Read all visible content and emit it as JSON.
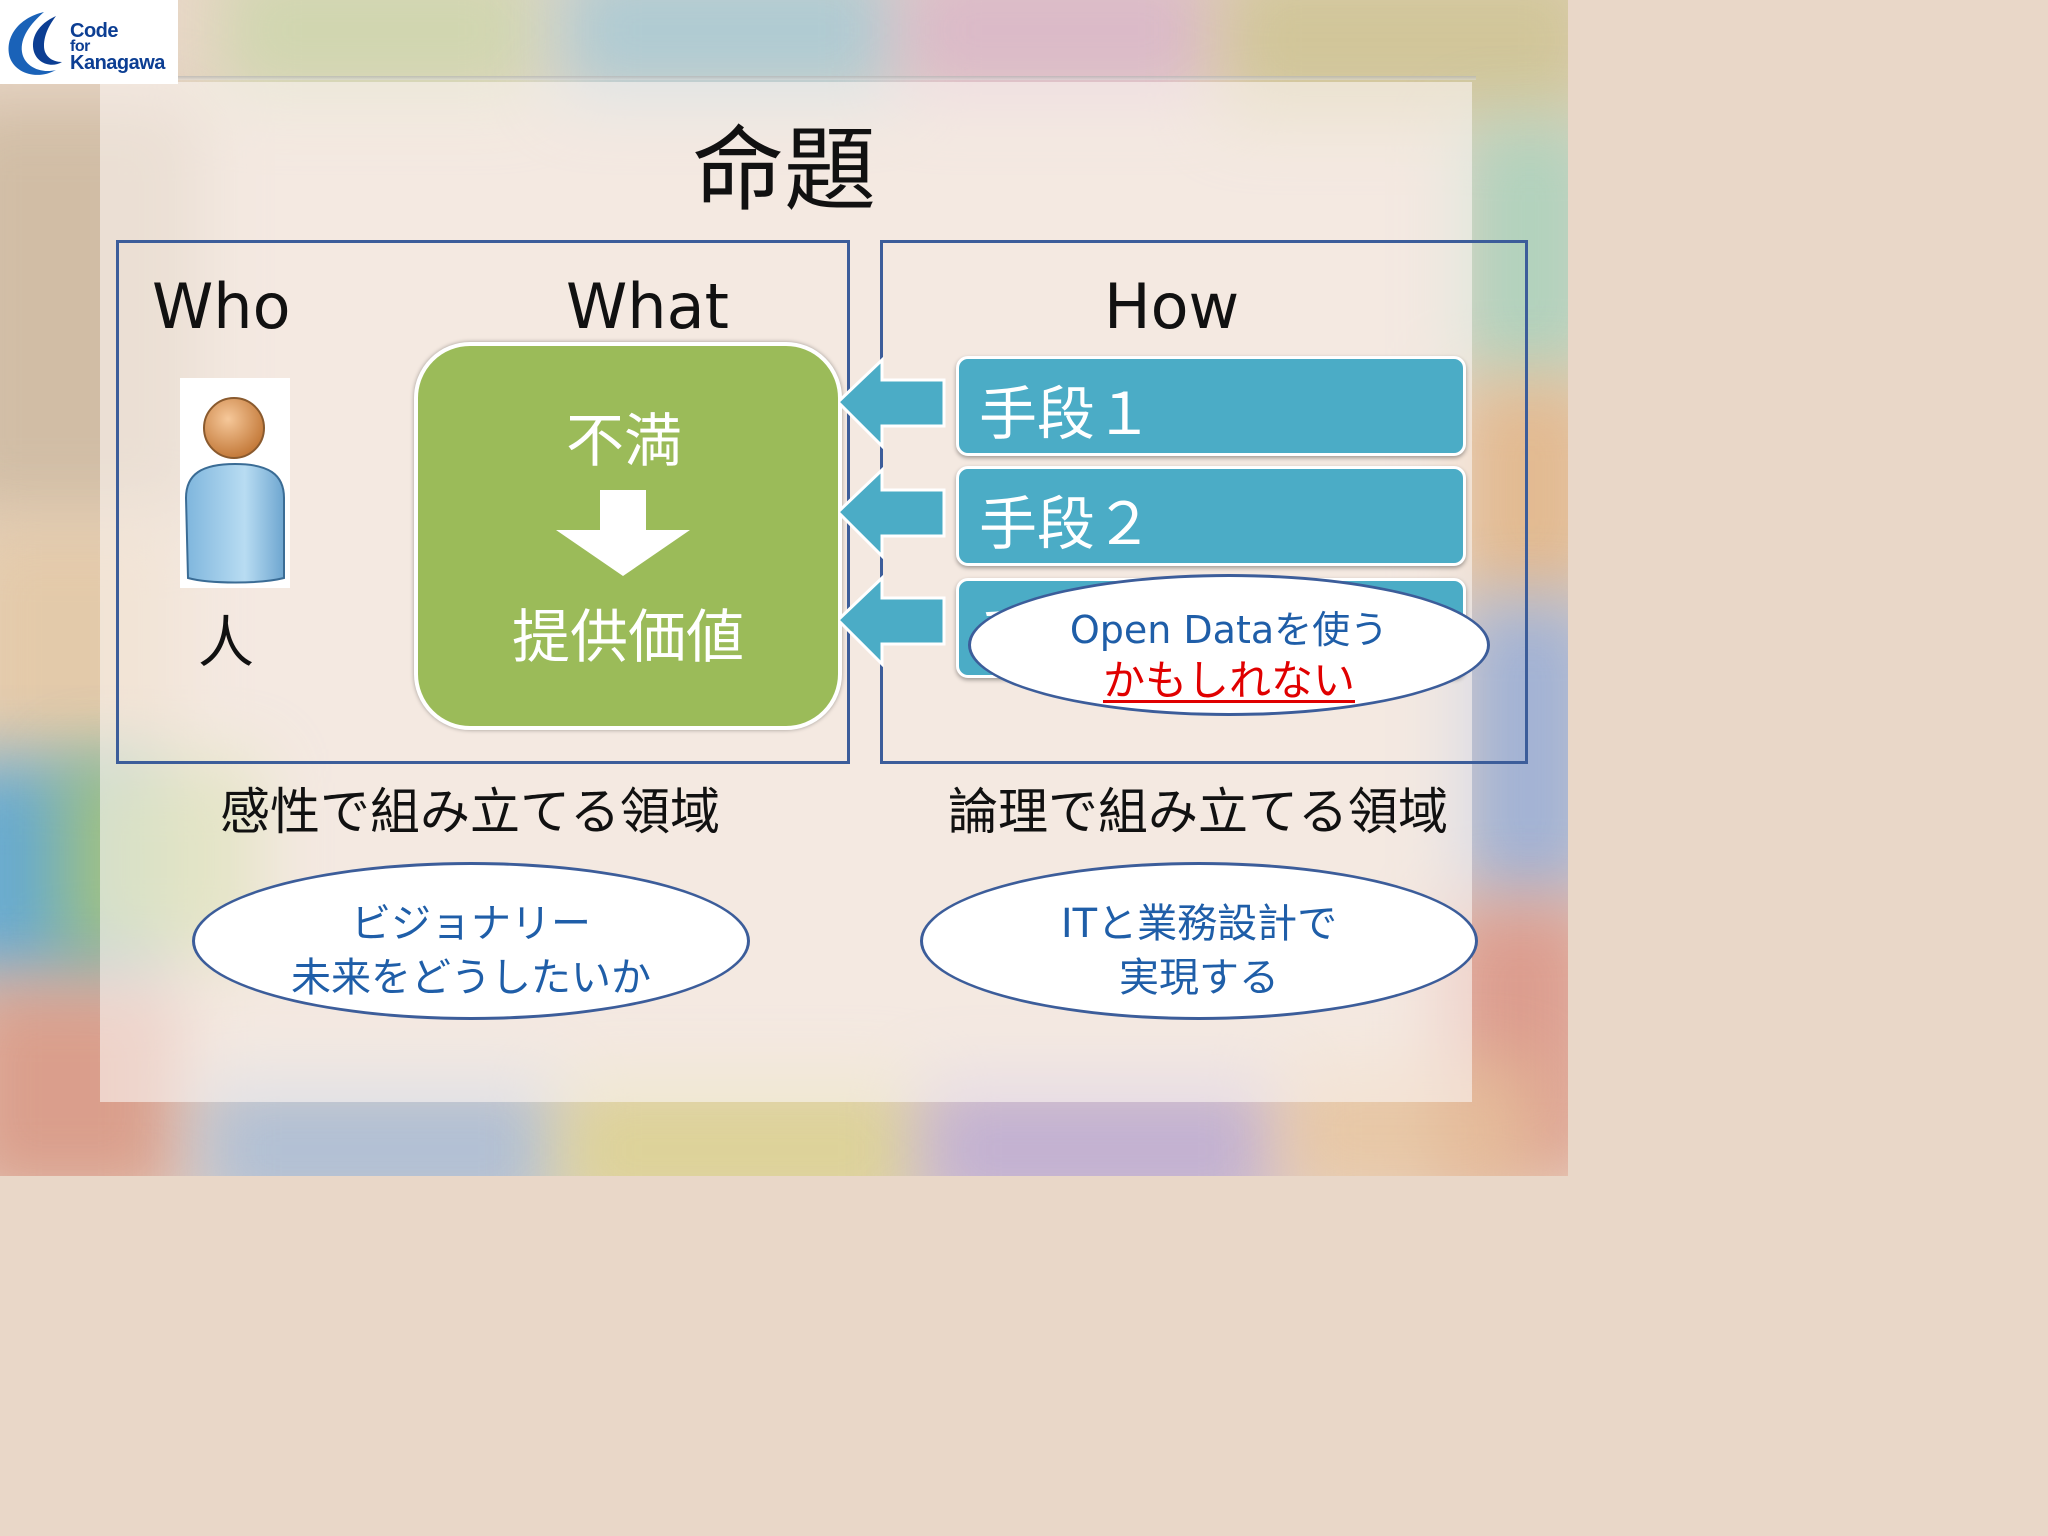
{
  "logo": {
    "line1": "Code",
    "line2": "for",
    "line3": "Kanagawa"
  },
  "title": "命題",
  "left_box": {
    "who": "Who",
    "what": "What",
    "person_label": "人",
    "green_top": "不満",
    "green_bottom": "提供価値"
  },
  "right_box": {
    "how": "How",
    "means": [
      "手段１",
      "手段２",
      "手"
    ],
    "callout_line1": "Open Dataを使う",
    "callout_line2": "かもしれない"
  },
  "left_area_label": "感性で組み立てる領域",
  "right_area_label": "論理で組み立てる領域",
  "left_ellipse": {
    "line1": "ビジョナリー",
    "line2": "未来をどうしたいか"
  },
  "right_ellipse": {
    "line1": "ITと業務設計で",
    "line2": "実現する"
  },
  "colors": {
    "green": "#9bbb59",
    "teal": "#4bacc6",
    "border": "#3c5d9a",
    "callout_red": "#e00000",
    "callout_blue": "#1f5ea8"
  }
}
